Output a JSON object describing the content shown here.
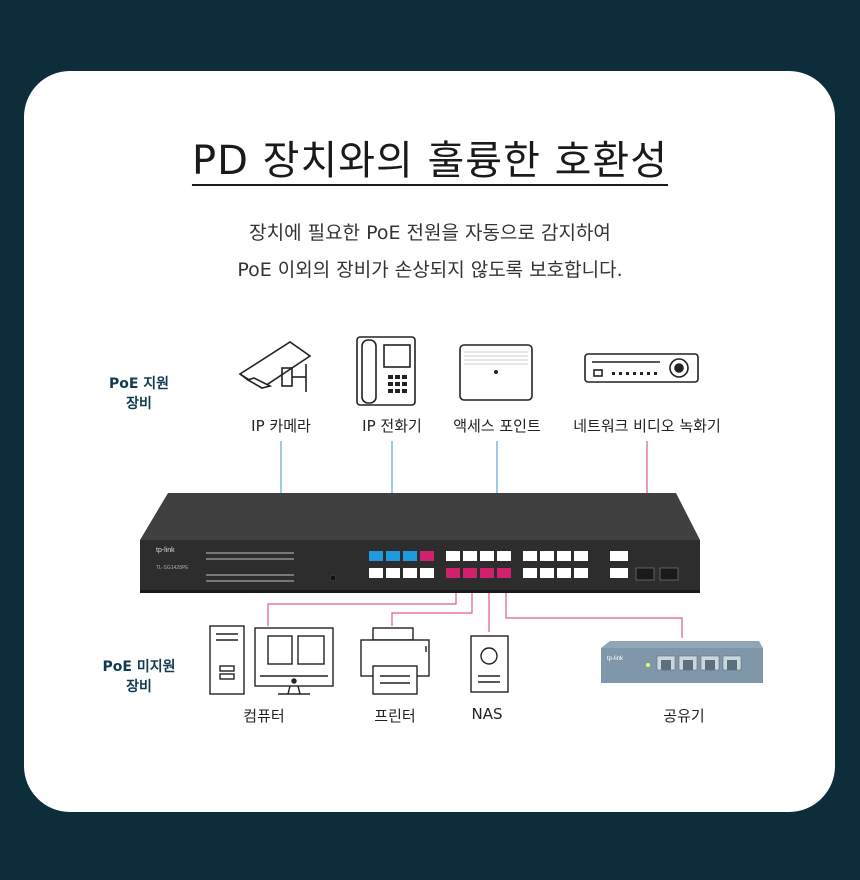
{
  "title": "PD 장치와의 훌륭한 호환성",
  "subtitle": {
    "line1": "장치에 필요한 PoE 전원을 자동으로 감지하여",
    "line2": "PoE 이외의 장비가 손상되지 않도록 보호합니다."
  },
  "poe_group": {
    "line1": "PoE 지원",
    "line2": "장비"
  },
  "nonpoe_group": {
    "line1": "PoE 미지원",
    "line2": "장비"
  },
  "poe_devices": [
    {
      "label": "IP 카메라",
      "icon": "ip-camera-icon"
    },
    {
      "label": "IP 전화기",
      "icon": "ip-phone-icon"
    },
    {
      "label": "액세스 포인트",
      "icon": "access-point-icon"
    },
    {
      "label": "네트워크 비디오 녹화기",
      "icon": "nvr-icon"
    }
  ],
  "nonpoe_devices": [
    {
      "label": "컴퓨터",
      "icon": "computer-icon"
    },
    {
      "label": "프린터",
      "icon": "printer-icon"
    },
    {
      "label": "NAS",
      "icon": "nas-icon"
    },
    {
      "label": "공유기",
      "icon": "router-icon"
    }
  ],
  "switch": {
    "brand": "tp-link",
    "model": "TL-SG1428PE"
  },
  "router_brand": "tp-link",
  "colors": {
    "background": "#0d2d3a",
    "poe_port": "#1e9be0",
    "nonpoe_port": "#d0216f",
    "line_blue": "#5aa9d6",
    "line_pink": "#e05a8e"
  }
}
